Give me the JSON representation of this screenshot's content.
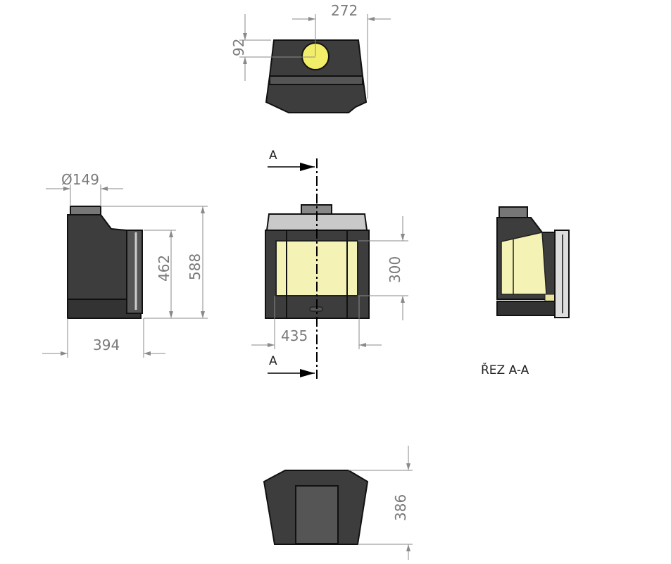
{
  "colors": {
    "body": "#3d3d3d",
    "glass": "#f4f2b4",
    "top_panel": "#c9c9c9",
    "flue_hole": "#f2ee6a",
    "dimension": "#8a8a8a"
  },
  "top_view": {
    "width_dim": "272",
    "offset_dim": "92"
  },
  "side_view": {
    "flue_diameter": "Ø149",
    "door_height": "462",
    "total_height": "588",
    "depth": "394"
  },
  "front_view": {
    "glass_height": "300",
    "glass_width": "435",
    "section_mark_top": "A",
    "section_mark_bottom": "A"
  },
  "section_view": {
    "label": "ŘEZ A-A"
  },
  "bottom_view": {
    "depth_dim": "386"
  }
}
